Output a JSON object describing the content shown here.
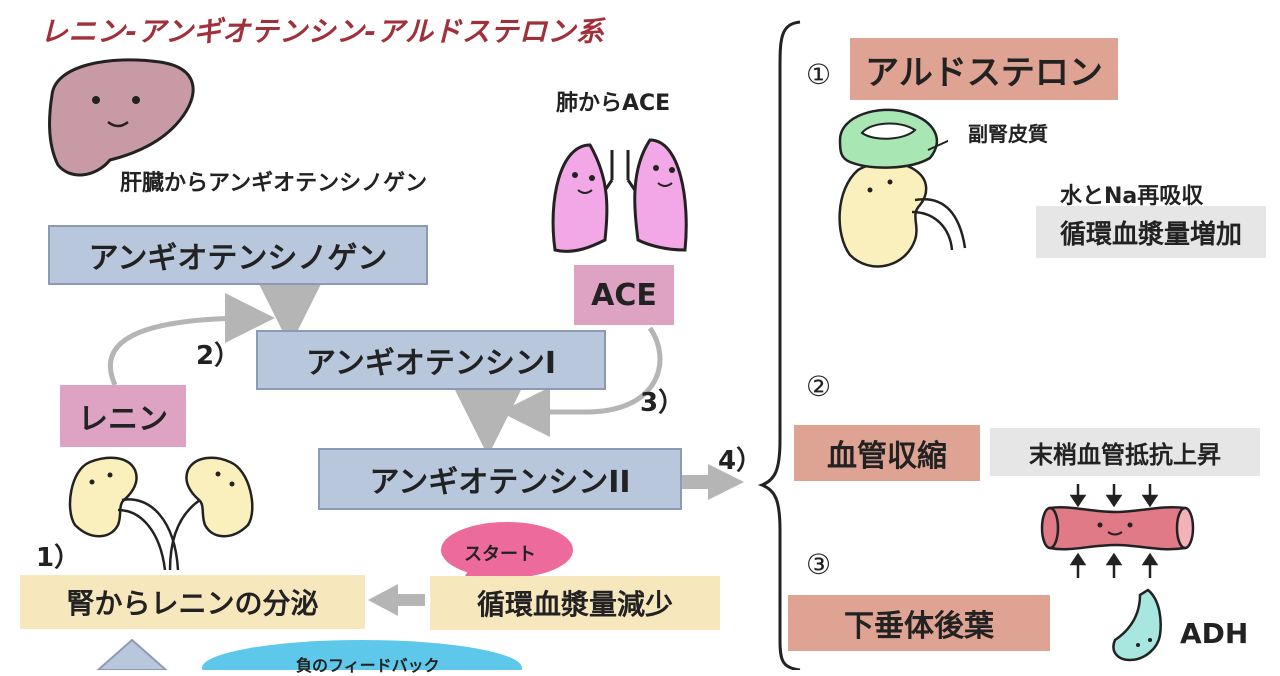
{
  "title": "レニン-アンギオテンシン-アルドステロン系",
  "left": {
    "liver_caption": "肝臓からアンギオテンシノゲン",
    "lung_caption": "肺からACE",
    "angiotensinogen": "アンギオテンシノゲン",
    "angiotensin1": "アンギオテンシンI",
    "angiotensin2": "アンギオテンシンII",
    "ace": "ACE",
    "renin": "レニン",
    "step1": "1）",
    "step2": "2）",
    "step3": "3）",
    "step4": "4）",
    "renin_secretion": "腎からレニンの分泌",
    "start": "スタート",
    "blood_volume_decrease": "循環血漿量減少",
    "negative_feedback": "負のフィードバック"
  },
  "right": {
    "n1": "①",
    "aldosterone": "アルドステロン",
    "adrenal_cortex": "副腎皮質",
    "water_na": "水とNa再吸収",
    "blood_volume_increase": "循環血漿量増加",
    "n2": "②",
    "vasoconstriction": "血管収縮",
    "resistance": "末梢血管抵抗上昇",
    "n3": "③",
    "pituitary": "下垂体後葉",
    "adh": "ADH"
  },
  "colors": {
    "title": "#a0303a",
    "box_blue": "#b9c7dd",
    "box_pink": "#dea3c2",
    "box_salmon": "#dfa393",
    "box_yellow": "#f6e7bd",
    "box_grey": "#e6e6e6",
    "arrow_grey": "#b5b5b5",
    "kidney": "#faf0be",
    "liver": "#c79aa6",
    "lung": "#f2a8e6",
    "adrenal": "#a8e6b4",
    "vessel": "#e07a86",
    "feedback": "#5ec8ea"
  }
}
